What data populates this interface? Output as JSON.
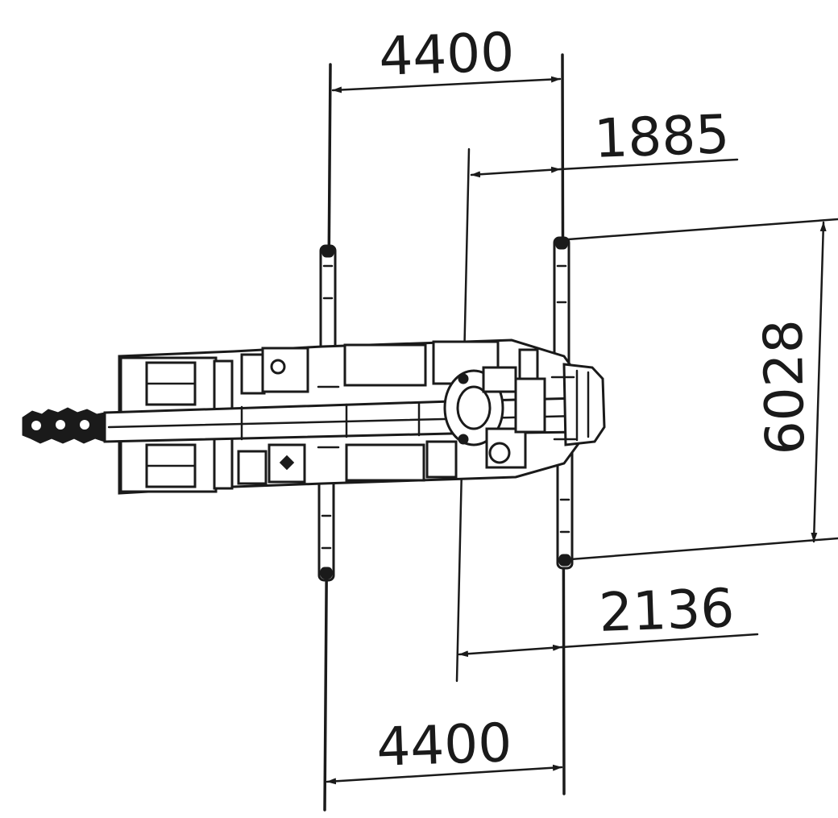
{
  "dimensions": {
    "top_width": "4400",
    "front_offset": "1885",
    "outrigger_span": "6028",
    "rear_offset": "2136",
    "bottom_width": "4400"
  },
  "colors": {
    "ink": "#1a1a1a",
    "paper": "#ffffff"
  }
}
